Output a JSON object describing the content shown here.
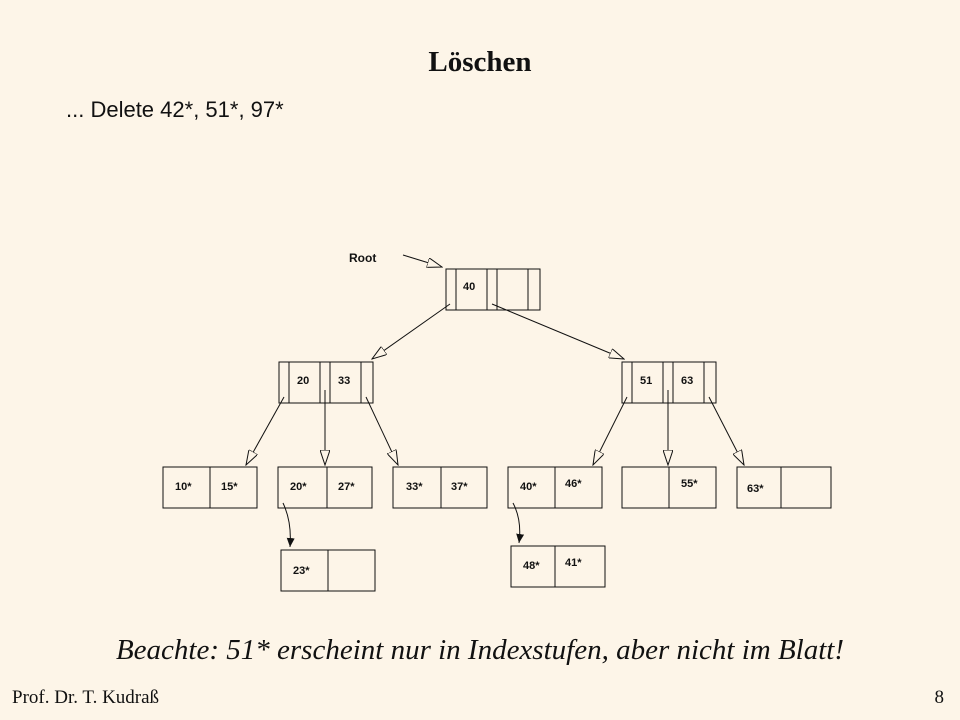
{
  "title": "Löschen",
  "subtitle": "... Delete 42*, 51*, 97*",
  "root_label": "Root",
  "nodes": {
    "root": [
      "40",
      "",
      ""
    ],
    "index_left": [
      "20",
      "33",
      ""
    ],
    "index_right": [
      "51",
      "63",
      ""
    ],
    "leaf_1": [
      "10*",
      "15*"
    ],
    "leaf_2": [
      "20*",
      "27*"
    ],
    "leaf_3": [
      "33*",
      "37*"
    ],
    "leaf_4": [
      "40*",
      "46*"
    ],
    "leaf_5": [
      "",
      "55*"
    ],
    "leaf_6": [
      "63*",
      ""
    ],
    "overflow_1": [
      "23*",
      ""
    ],
    "overflow_2": [
      "48*",
      "41*"
    ]
  },
  "note": "Beachte: 51* erscheint nur in Indexstufen, aber nicht im Blatt!",
  "footer": {
    "author": "Prof. Dr. T. Kudraß",
    "page": "8"
  }
}
